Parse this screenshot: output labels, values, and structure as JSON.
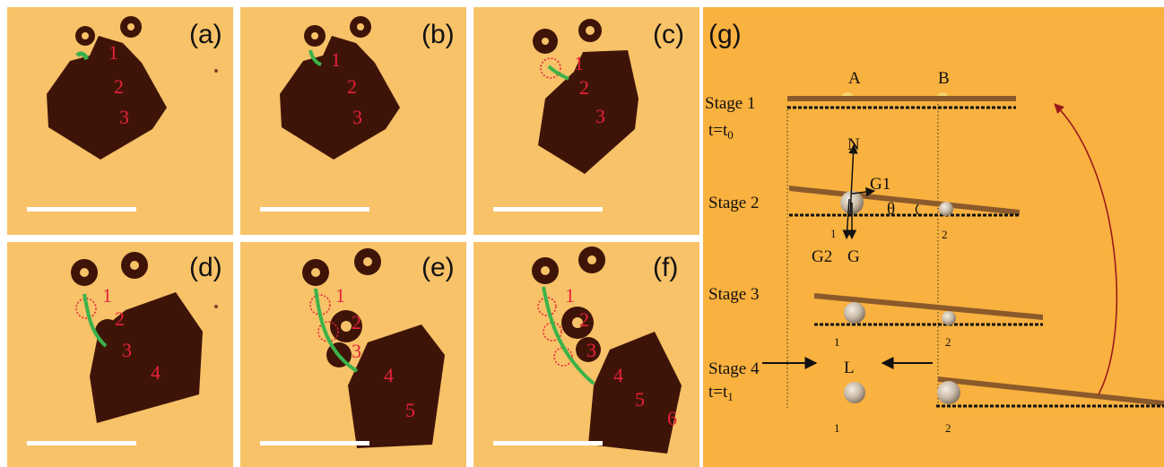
{
  "panels": [
    {
      "label": "(a)",
      "numbers": [
        "1",
        "2",
        "3"
      ]
    },
    {
      "label": "(b)",
      "numbers": [
        "1",
        "2",
        "3"
      ]
    },
    {
      "label": "(c)",
      "numbers": [
        "1",
        "2",
        "3"
      ]
    },
    {
      "label": "(d)",
      "numbers": [
        "1",
        "2",
        "3",
        "4"
      ]
    },
    {
      "label": "(e)",
      "numbers": [
        "1",
        "2",
        "3",
        "4",
        "5"
      ]
    },
    {
      "label": "(f)",
      "numbers": [
        "1",
        "2",
        "3",
        "4",
        "5",
        "6"
      ]
    }
  ],
  "diagram": {
    "label": "(g)",
    "stage1": "Stage 1",
    "t0": "t=t",
    "t0_sub": "0",
    "point_a": "A",
    "point_b": "B",
    "stage2": "Stage 2",
    "force_n": "N",
    "force_g1": "G1",
    "angle": "θ",
    "force_g2": "G2",
    "force_g": "G",
    "s2_idx1": "1",
    "s2_idx2": "2",
    "stage3": "Stage 3",
    "s3_idx1": "1",
    "s3_idx2": "2",
    "stage4": "Stage 4",
    "t1": "t=t",
    "t1_sub": "1",
    "length": "L",
    "s4_idx1": "1",
    "s4_idx2": "2"
  },
  "colors": {
    "photo_bg": "#f7c268",
    "flake": "#3f1408",
    "number_red": "#e8213a",
    "trace_green": "#3bb34a",
    "scale_bar": "#ffffff",
    "diagram_bg": "#f9b13f",
    "plate_brown": "#8b5a2b"
  }
}
